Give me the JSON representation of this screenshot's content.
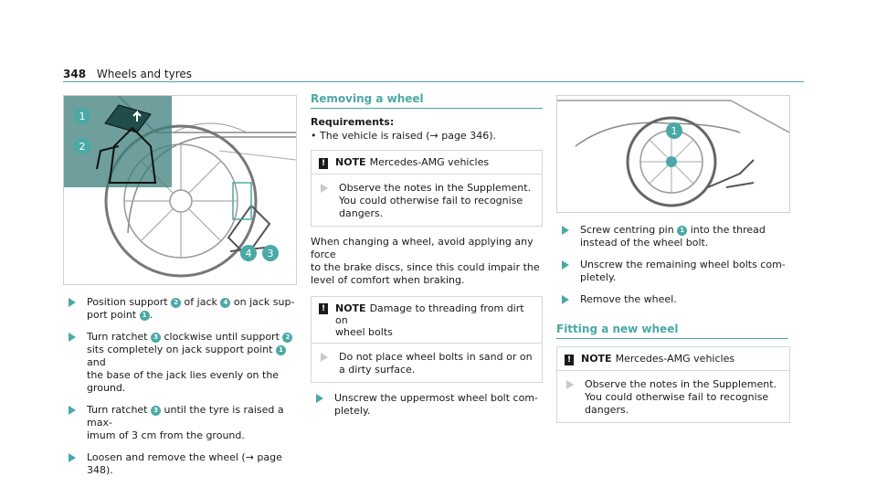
{
  "header": {
    "page_number": "348",
    "section": "Wheels and tyres"
  },
  "colors": {
    "accent": "#4aa9a5",
    "text": "#1a1a1a",
    "rule": "#d6d6d6"
  },
  "left": {
    "figure_labels": [
      "1",
      "2",
      "3",
      "4"
    ],
    "steps": [
      {
        "p1": "Position support ",
        "b1": "2",
        "p2": " of jack ",
        "b2": "4",
        "p3": " on jack sup-",
        "p4": "port point ",
        "b3": "1",
        "p5": "."
      },
      {
        "p1": "Turn ratchet ",
        "b1": "3",
        "p2": " clockwise until support ",
        "b2": "2",
        "p3": "sits completely on jack support point ",
        "b3": "1",
        "p4": " and",
        "p5": "the base of the jack lies evenly on the",
        "p6": "ground."
      },
      {
        "p1": "Turn ratchet ",
        "b1": "3",
        "p2": " until the tyre is raised a max-",
        "p3": "imum of 3 cm from the ground."
      },
      {
        "p1": "Loosen and remove the wheel (",
        "arrow": "→",
        "p2": " page 348)."
      }
    ]
  },
  "middle": {
    "title": "Removing a wheel",
    "requirements_label": "Requirements:",
    "requirement": {
      "p1": "The vehicle is raised (",
      "arrow": "→",
      "p2": " page 346)."
    },
    "note1": {
      "label": "NOTE",
      "title": "Mercedes-AMG vehicles",
      "lines": [
        "Observe the notes in the Supplement.",
        "You could otherwise fail to recognise",
        "dangers."
      ]
    },
    "paragraph": [
      "When changing a wheel, avoid applying any force",
      "to the brake discs, since this could impair the",
      "level of comfort when braking."
    ],
    "note2": {
      "label": "NOTE",
      "title_lines": [
        "Damage to threading from dirt on",
        "wheel bolts"
      ],
      "lines": [
        "Do not place wheel bolts in sand or on",
        "a dirty surface."
      ]
    },
    "step": [
      "Unscrew the uppermost wheel bolt com-",
      "pletely."
    ]
  },
  "right": {
    "figure_label": "1",
    "steps": [
      {
        "p1": "Screw centring pin ",
        "b1": "1",
        "p2": " into the thread",
        "p3": "instead of the wheel bolt."
      },
      {
        "p1": "Unscrew the remaining wheel bolts com-",
        "p2": "pletely."
      },
      {
        "p1": "Remove the wheel."
      }
    ],
    "title": "Fitting a new wheel",
    "note": {
      "label": "NOTE",
      "title": "Mercedes-AMG vehicles",
      "lines": [
        "Observe the notes in the Supplement.",
        "You could otherwise fail to recognise",
        "dangers."
      ]
    }
  }
}
